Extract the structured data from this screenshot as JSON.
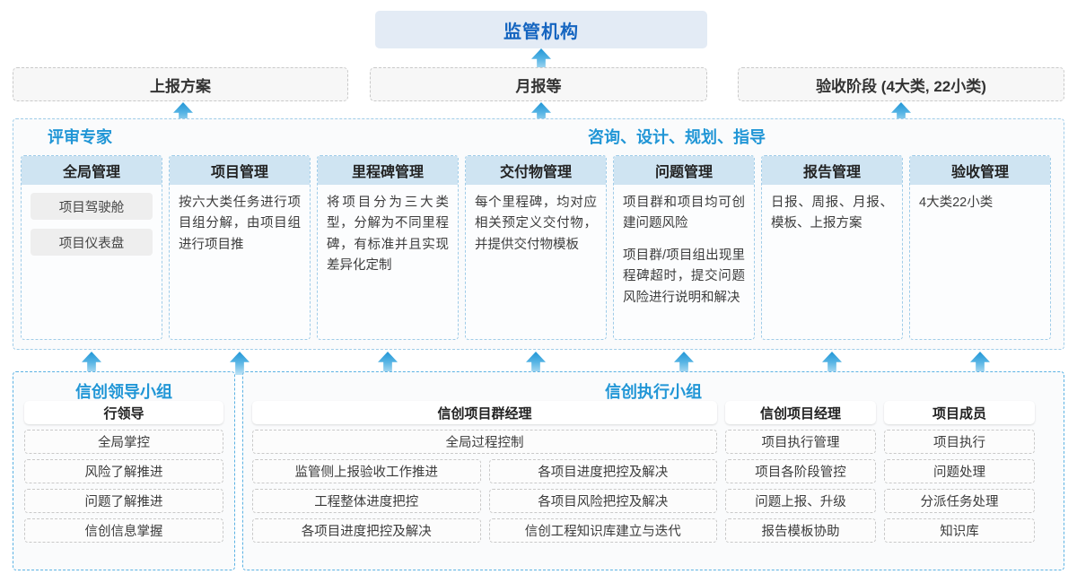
{
  "top": {
    "regulator": "监管机构",
    "report_boxes": [
      {
        "label": "上报方案"
      },
      {
        "label": "月报等"
      },
      {
        "label": "验收阶段 (4大类, 22小类)"
      }
    ]
  },
  "middle": {
    "label_left": "评审专家",
    "label_right": "咨询、设计、规划、指导",
    "columns": [
      {
        "title": "全局管理",
        "chips": [
          "项目驾驶舱",
          "项目仪表盘"
        ],
        "paragraphs": []
      },
      {
        "title": "项目管理",
        "chips": [],
        "paragraphs": [
          "按六大类任务进行项目组分解，由项目组进行项目推"
        ]
      },
      {
        "title": "里程碑管理",
        "chips": [],
        "paragraphs": [
          "将项目分为三大类型，分解为不同里程碑，有标准并且实现差异化定制"
        ]
      },
      {
        "title": "交付物管理",
        "chips": [],
        "paragraphs": [
          "每个里程碑，均对应相关预定义交付物，并提供交付物模板"
        ]
      },
      {
        "title": "问题管理",
        "chips": [],
        "paragraphs": [
          "项目群和项目均可创建问题风险",
          "项目群/项目组出现里程碑超时，提交问题风险进行说明和解决"
        ]
      },
      {
        "title": "报告管理",
        "chips": [],
        "paragraphs": [
          "日报、周报、月报、模板、上报方案"
        ]
      },
      {
        "title": "验收管理",
        "chips": [],
        "paragraphs": [
          "4大类22小类"
        ]
      }
    ]
  },
  "bottom": {
    "left_group": {
      "title": "信创领导小组",
      "role": "行领导",
      "tasks": [
        "全局掌控",
        "风险了解推进",
        "问题了解推进",
        "信创信息掌握"
      ]
    },
    "right_group": {
      "title": "信创执行小组",
      "program_manager": {
        "role": "信创项目群经理",
        "full_width_task": "全局过程控制",
        "task_pairs": [
          [
            "监管侧上报验收工作推进",
            "各项目进度把控及解决"
          ],
          [
            "工程整体进度把控",
            "各项目风险把控及解决"
          ],
          [
            "各项目进度把控及解决",
            "信创工程知识库建立与迭代"
          ]
        ]
      },
      "project_manager": {
        "role": "信创项目经理",
        "tasks": [
          "项目执行管理",
          "项目各阶段管控",
          "问题上报、升级",
          "报告模板协助"
        ]
      },
      "member": {
        "role": "项目成员",
        "tasks": [
          "项目执行",
          "问题处理",
          "分派任务处理",
          "知识库"
        ]
      }
    }
  },
  "colors": {
    "accent_blue": "#2196d6",
    "title_blue": "#1565c0",
    "header_fill": "#cfe4f2",
    "regulator_fill": "#e3ebf5"
  }
}
